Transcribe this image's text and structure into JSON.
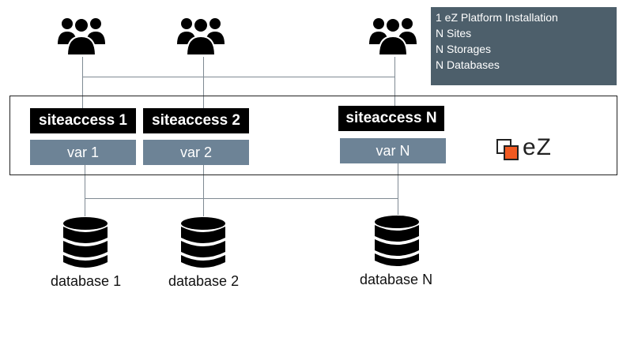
{
  "info_box": {
    "lines": [
      "1 eZ Platform Installation",
      "N Sites",
      "N Storages",
      "N Databases"
    ]
  },
  "siteaccesses": [
    {
      "label": "siteaccess 1"
    },
    {
      "label": "siteaccess 2"
    },
    {
      "label": "siteaccess N"
    }
  ],
  "vars": [
    {
      "label": "var 1"
    },
    {
      "label": "var 2"
    },
    {
      "label": "var N"
    }
  ],
  "databases": [
    {
      "label": "database 1"
    },
    {
      "label": "database 2"
    },
    {
      "label": "database N"
    }
  ],
  "logo": {
    "text": "eZ",
    "colors": {
      "orange": "#f15a22",
      "dark": "#222222"
    }
  },
  "icons": [
    "users-group-icon",
    "database-icon",
    "ez-logo-icon"
  ],
  "colors": {
    "siteaccess_bg": "#000000",
    "var_bg": "#6d8396",
    "info_bg": "#4d5f6b",
    "connector": "#7f8a93"
  }
}
